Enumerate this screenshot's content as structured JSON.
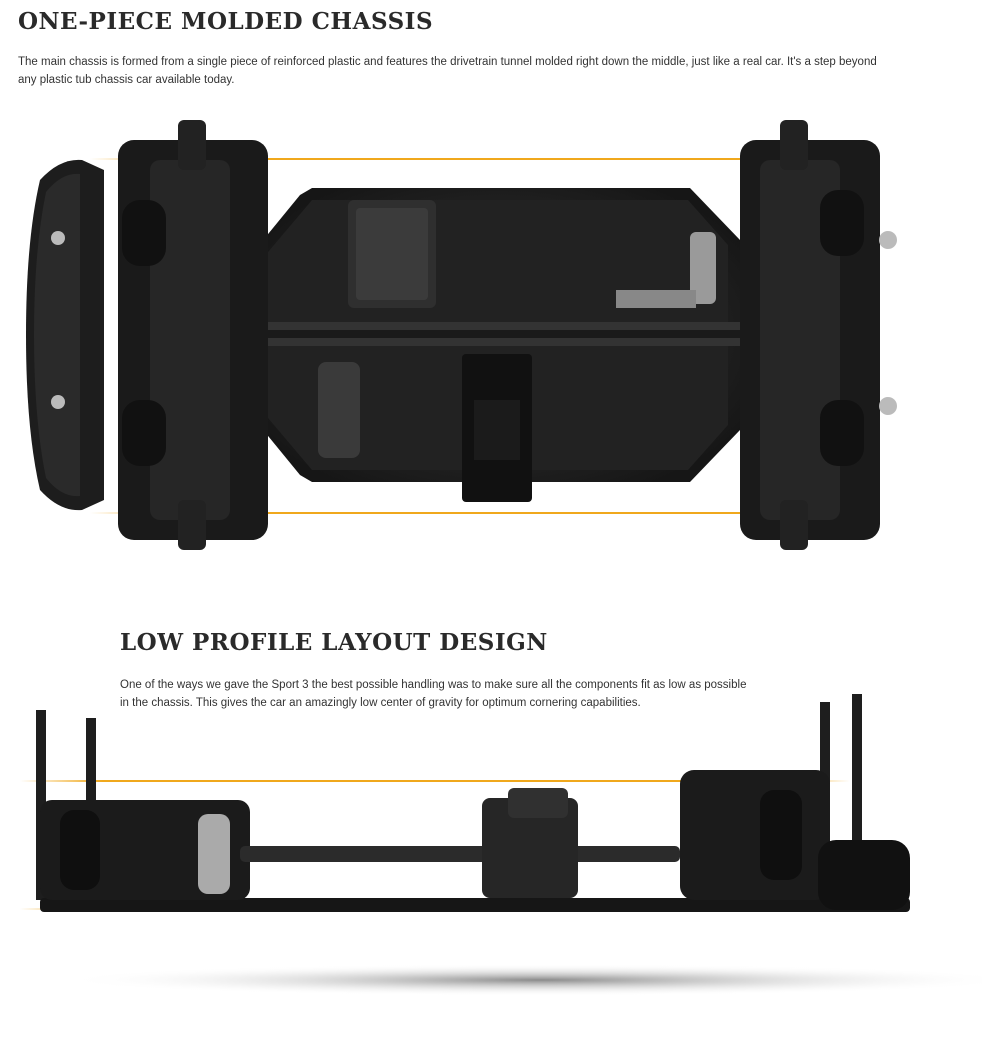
{
  "sections": [
    {
      "heading": "ONE-PIECE MOLDED CHASSIS",
      "body": "The main chassis is formed from a single piece of reinforced plastic and features the drivetrain tunnel molded right down the middle, just like a real car. It's a step beyond any plastic tub chassis car available today.",
      "figure": "top-view-chassis-photo"
    },
    {
      "heading": "LOW PROFILE LAYOUT DESIGN",
      "body": "One of the ways we gave the Sport 3 the best possible handling was to make sure all the components fit as low as possible in the chassis. This gives the car an amazingly low center of gravity for optimum cornering capabilities.",
      "figure": "side-view-chassis-photo"
    }
  ],
  "colors": {
    "accent_line": "#f0a81c",
    "chassis_dark": "#1c1c1c",
    "chassis_mid": "#2e2e2e",
    "heading": "#2a2a2a"
  }
}
